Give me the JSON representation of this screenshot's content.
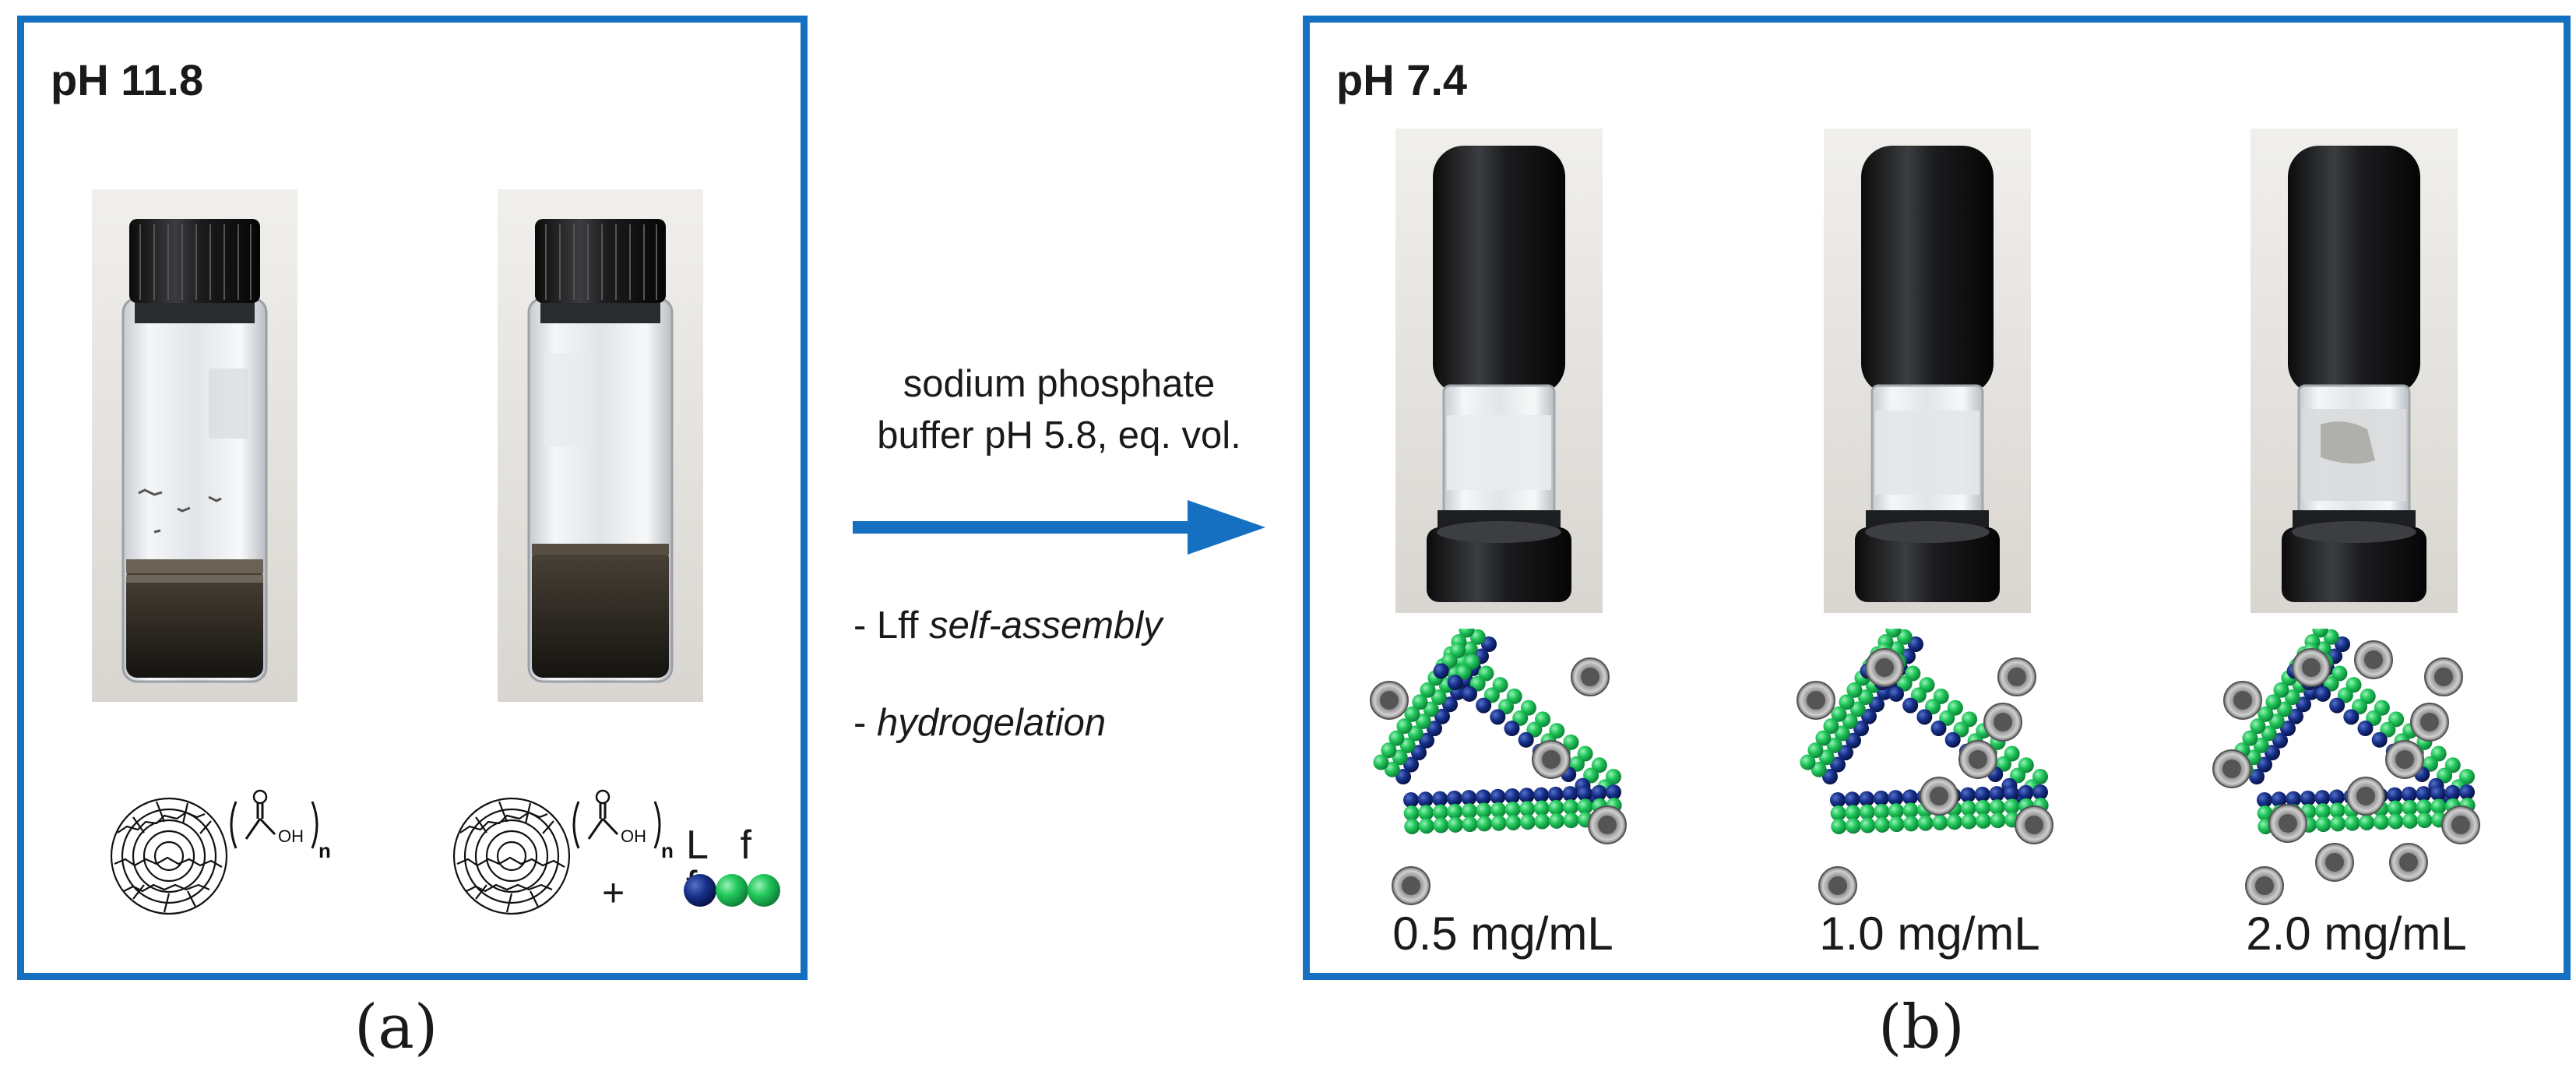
{
  "panel_a": {
    "title": "pH 11.8",
    "lff_label": "L f f",
    "plus": "+",
    "caption": "(a)"
  },
  "middle": {
    "line1": "sodium phosphate",
    "line2": "buffer pH 5.8, eq. vol.",
    "bullet1_prefix": "- Lff ",
    "bullet1_em": "self-assembly",
    "bullet2_prefix": "- ",
    "bullet2_em": "hydrogelation"
  },
  "panel_b": {
    "title": "pH 7.4",
    "concentrations": [
      "0.5 mg/mL",
      "1.0 mg/mL",
      "2.0 mg/mL"
    ],
    "caption": "(b)"
  },
  "colors": {
    "frame_blue": "#1670c1",
    "peptide_dark_blue": "#12287a",
    "peptide_green": "#1fc65a"
  }
}
